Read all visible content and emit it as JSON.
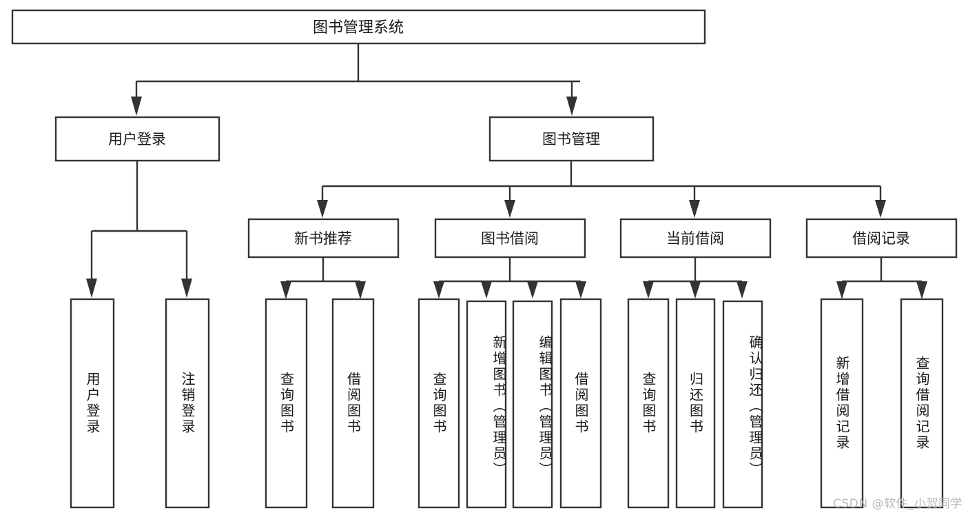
{
  "diagram": {
    "type": "tree",
    "title": "图书管理系统",
    "watermark": "CSDN @软件_小贺同学",
    "colors": {
      "stroke": "#333333",
      "box_fill": "#ffffff",
      "text": "#1a1a1a",
      "background": "#ffffff",
      "watermark": "#b9b9b9"
    },
    "root": {
      "label": "图书管理系统"
    },
    "level2": [
      {
        "id": "user-login",
        "label": "用户登录"
      },
      {
        "id": "book-manage",
        "label": "图书管理"
      }
    ],
    "level3": [
      {
        "id": "new-book-recommend",
        "label": "新书推荐"
      },
      {
        "id": "book-borrow",
        "label": "图书借阅"
      },
      {
        "id": "current-borrow",
        "label": "当前借阅"
      },
      {
        "id": "borrow-record",
        "label": "借阅记录"
      }
    ],
    "leaves": {
      "user_login": [
        {
          "id": "leaf-user-login",
          "label": "用户登录"
        },
        {
          "id": "leaf-logout-login",
          "label": "注销登录"
        }
      ],
      "new_book_recommend": [
        {
          "id": "leaf-query-book-1",
          "label": "查询图书"
        },
        {
          "id": "leaf-borrow-book-1",
          "label": "借阅图书"
        }
      ],
      "book_borrow": [
        {
          "id": "leaf-query-book-2",
          "label": "查询图书"
        },
        {
          "id": "leaf-add-book-admin",
          "label": "新增图书（管理员）"
        },
        {
          "id": "leaf-edit-book-admin",
          "label": "编辑图书（管理员）"
        },
        {
          "id": "leaf-borrow-book-2",
          "label": "借阅图书"
        }
      ],
      "current_borrow": [
        {
          "id": "leaf-query-book-3",
          "label": "查询图书"
        },
        {
          "id": "leaf-return-book",
          "label": "归还图书"
        },
        {
          "id": "leaf-confirm-return-admin",
          "label": "确认归还（管理员）"
        }
      ],
      "borrow_record": [
        {
          "id": "leaf-add-borrow-record",
          "label": "新增借阅记录"
        },
        {
          "id": "leaf-query-borrow-record",
          "label": "查询借阅记录"
        }
      ]
    }
  }
}
